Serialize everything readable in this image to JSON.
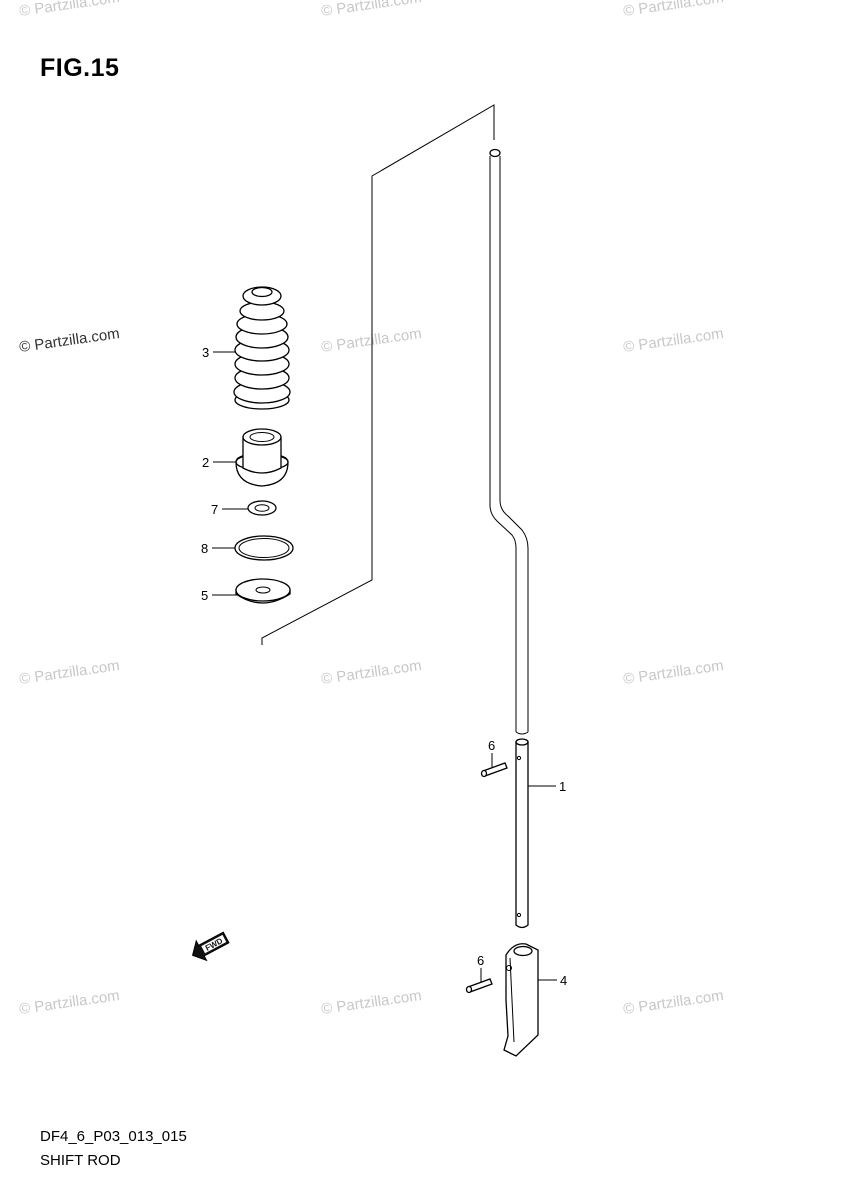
{
  "figure": {
    "title": "FIG.15"
  },
  "footer": {
    "code": "DF4_6_P03_013_015",
    "name": "SHIFT ROD"
  },
  "watermark": {
    "text": "© Partzilla.com",
    "color": "#c8c8c8"
  },
  "fwd_badge": {
    "label": "FWD"
  },
  "callouts": {
    "rod": "1",
    "bushing": "2",
    "boot": "3",
    "lever": "4",
    "washer": "5",
    "pin_upper": "6",
    "pin_lower": "6",
    "o_ring_small": "7",
    "o_ring_large": "8"
  }
}
